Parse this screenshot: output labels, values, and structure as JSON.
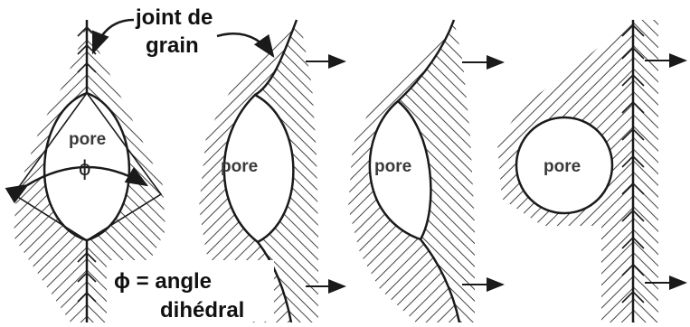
{
  "labels": {
    "boundary_line1": "joint de",
    "boundary_line2": "grain",
    "pore": "pore",
    "phi": "ϕ",
    "caption_line1": "ϕ = angle",
    "caption_line2": "dihédral"
  },
  "panels": [
    {
      "id": "lens-pore",
      "pore_label": "pore",
      "shows_dihedral_angle": true,
      "shows_motion_arrows": false
    },
    {
      "id": "dragged-boundary-1",
      "pore_label": "pore",
      "shows_dihedral_angle": false,
      "shows_motion_arrows": true
    },
    {
      "id": "dragged-boundary-2",
      "pore_label": "pore",
      "shows_dihedral_angle": false,
      "shows_motion_arrows": true
    },
    {
      "id": "detached-pore",
      "pore_label": "pore",
      "shows_dihedral_angle": false,
      "shows_motion_arrows": true
    }
  ],
  "colors": {
    "line": "#1a1a1a",
    "hatch": "#444444",
    "background": "#ffffff"
  }
}
